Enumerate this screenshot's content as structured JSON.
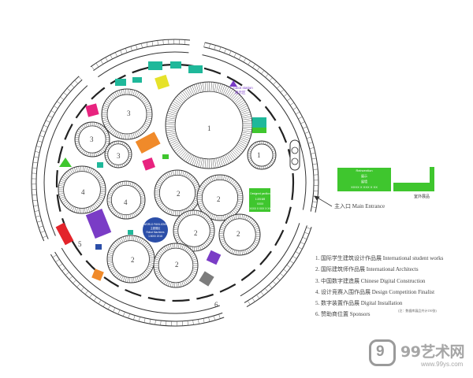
{
  "legend": {
    "items": [
      "1. 国际学生建筑设计作品展  International student works",
      "2. 国际建筑师作品展  International Architects",
      "3. 中国数字建造展  Chinese Digital Construction",
      "4. 设计竞赛入围作品展  Design Competition Finalist",
      "5. 数字装置作品展  Digital Installation",
      "6. 赞助商位置  Sponsors"
    ],
    "note": "(注：数据库展品共计150张)"
  },
  "entrance": {
    "label": "主入口  Main Entrance"
  },
  "outdoor": {
    "label": "室外展品"
  },
  "hall_labels": {
    "h1a": "1",
    "h1b": "1",
    "h2": "2",
    "h3": "3",
    "h4": "4",
    "h5": "5",
    "h6": "6"
  },
  "booths": {
    "green_main": [
      "Reinvention",
      "展示",
      "展墙",
      "XXXX X XXX X XX"
    ],
    "green_left": [
      "Designed pavilion",
      "1:2/5:5/8",
      "XXXX",
      "XXXX X XXX X XX"
    ],
    "purple_text": "robot station",
    "purple_text2": "展示区",
    "blue_circle": [
      "WORLD PAVILIONS",
      "主题展区",
      "Robot Machines",
      "1:5000 2018"
    ]
  },
  "colors": {
    "green": "#3fc62e",
    "teal": "#1fb89a",
    "yellow": "#e6e22a",
    "magenta": "#e8237f",
    "orange": "#f08a2a",
    "purple": "#7a3cc6",
    "red": "#e3242b",
    "navy": "#2b4ea8",
    "grey": "#7c7c7c"
  },
  "watermark": {
    "brand": "99艺术网",
    "url": "www.99ys.com",
    "logo": "9"
  }
}
